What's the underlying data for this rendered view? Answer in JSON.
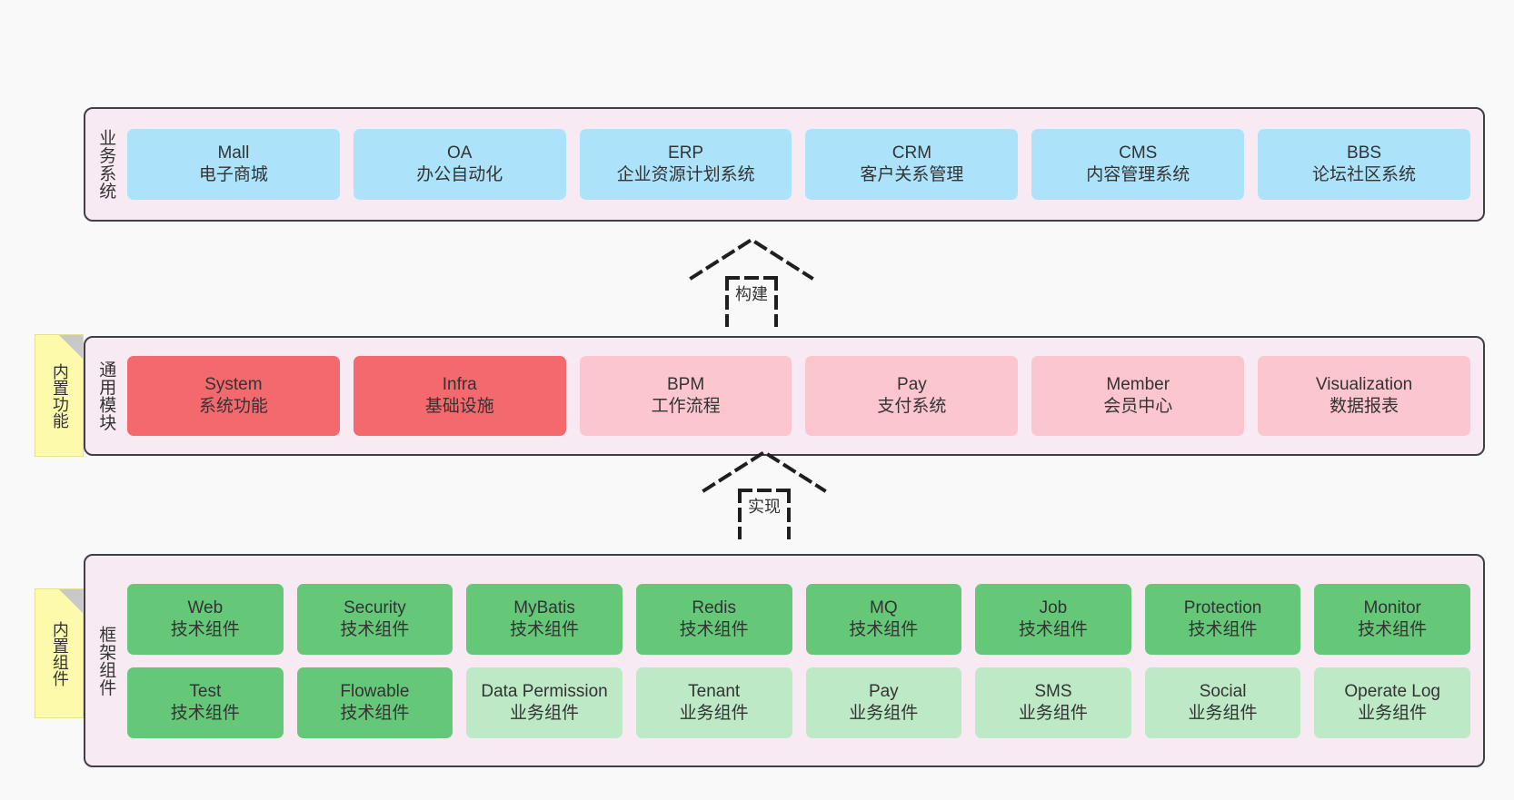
{
  "diagram": {
    "title": "",
    "background": "#f9f9f9",
    "palette": {
      "panel_bg": "#f7eaf3",
      "panel_border": "#3f3f46",
      "business_box": "#ade3fa",
      "module_core": "#f4696e",
      "module_other": "#fbc6cd",
      "tech_component": "#64c878",
      "biz_component": "#bde9c6",
      "note_bg": "#fdfbab",
      "note_fold": "#c9c9c9",
      "text": "#333333"
    }
  },
  "layers": {
    "business": {
      "title": "业务系统",
      "items": [
        {
          "en": "Mall",
          "cn": "电子商城"
        },
        {
          "en": "OA",
          "cn": "办公自动化"
        },
        {
          "en": "ERP",
          "cn": "企业资源计划系统"
        },
        {
          "en": "CRM",
          "cn": "客户关系管理"
        },
        {
          "en": "CMS",
          "cn": "内容管理系统"
        },
        {
          "en": "BBS",
          "cn": "论坛社区系统"
        }
      ]
    },
    "common": {
      "title": "通用模块",
      "note": "内置功能",
      "items": [
        {
          "en": "System",
          "cn": "系统功能",
          "kind": "core"
        },
        {
          "en": "Infra",
          "cn": "基础设施",
          "kind": "core"
        },
        {
          "en": "BPM",
          "cn": "工作流程",
          "kind": "other"
        },
        {
          "en": "Pay",
          "cn": "支付系统",
          "kind": "other"
        },
        {
          "en": "Member",
          "cn": "会员中心",
          "kind": "other"
        },
        {
          "en": "Visualization",
          "cn": "数据报表",
          "kind": "other"
        }
      ]
    },
    "framework": {
      "title": "框架组件",
      "note": "内置组件",
      "row1": [
        {
          "en": "Web",
          "cn": "技术组件"
        },
        {
          "en": "Security",
          "cn": "技术组件"
        },
        {
          "en": "MyBatis",
          "cn": "技术组件"
        },
        {
          "en": "Redis",
          "cn": "技术组件"
        },
        {
          "en": "MQ",
          "cn": "技术组件"
        },
        {
          "en": "Job",
          "cn": "技术组件"
        },
        {
          "en": "Protection",
          "cn": "技术组件"
        },
        {
          "en": "Monitor",
          "cn": "技术组件"
        }
      ],
      "row2": [
        {
          "en": "Test",
          "cn": "技术组件",
          "kind": "tech"
        },
        {
          "en": "Flowable",
          "cn": "技术组件",
          "kind": "tech"
        },
        {
          "en": "Data Permission",
          "cn": "业务组件",
          "kind": "biz"
        },
        {
          "en": "Tenant",
          "cn": "业务组件",
          "kind": "biz"
        },
        {
          "en": "Pay",
          "cn": "业务组件",
          "kind": "biz"
        },
        {
          "en": "SMS",
          "cn": "业务组件",
          "kind": "biz"
        },
        {
          "en": "Social",
          "cn": "业务组件",
          "kind": "biz"
        },
        {
          "en": "Operate Log",
          "cn": "业务组件",
          "kind": "biz"
        }
      ]
    }
  },
  "connectors": [
    {
      "label": "构建",
      "from": "common",
      "to": "business",
      "style": "dashed-generalization"
    },
    {
      "label": "实现",
      "from": "framework",
      "to": "common",
      "style": "dashed-generalization"
    }
  ]
}
